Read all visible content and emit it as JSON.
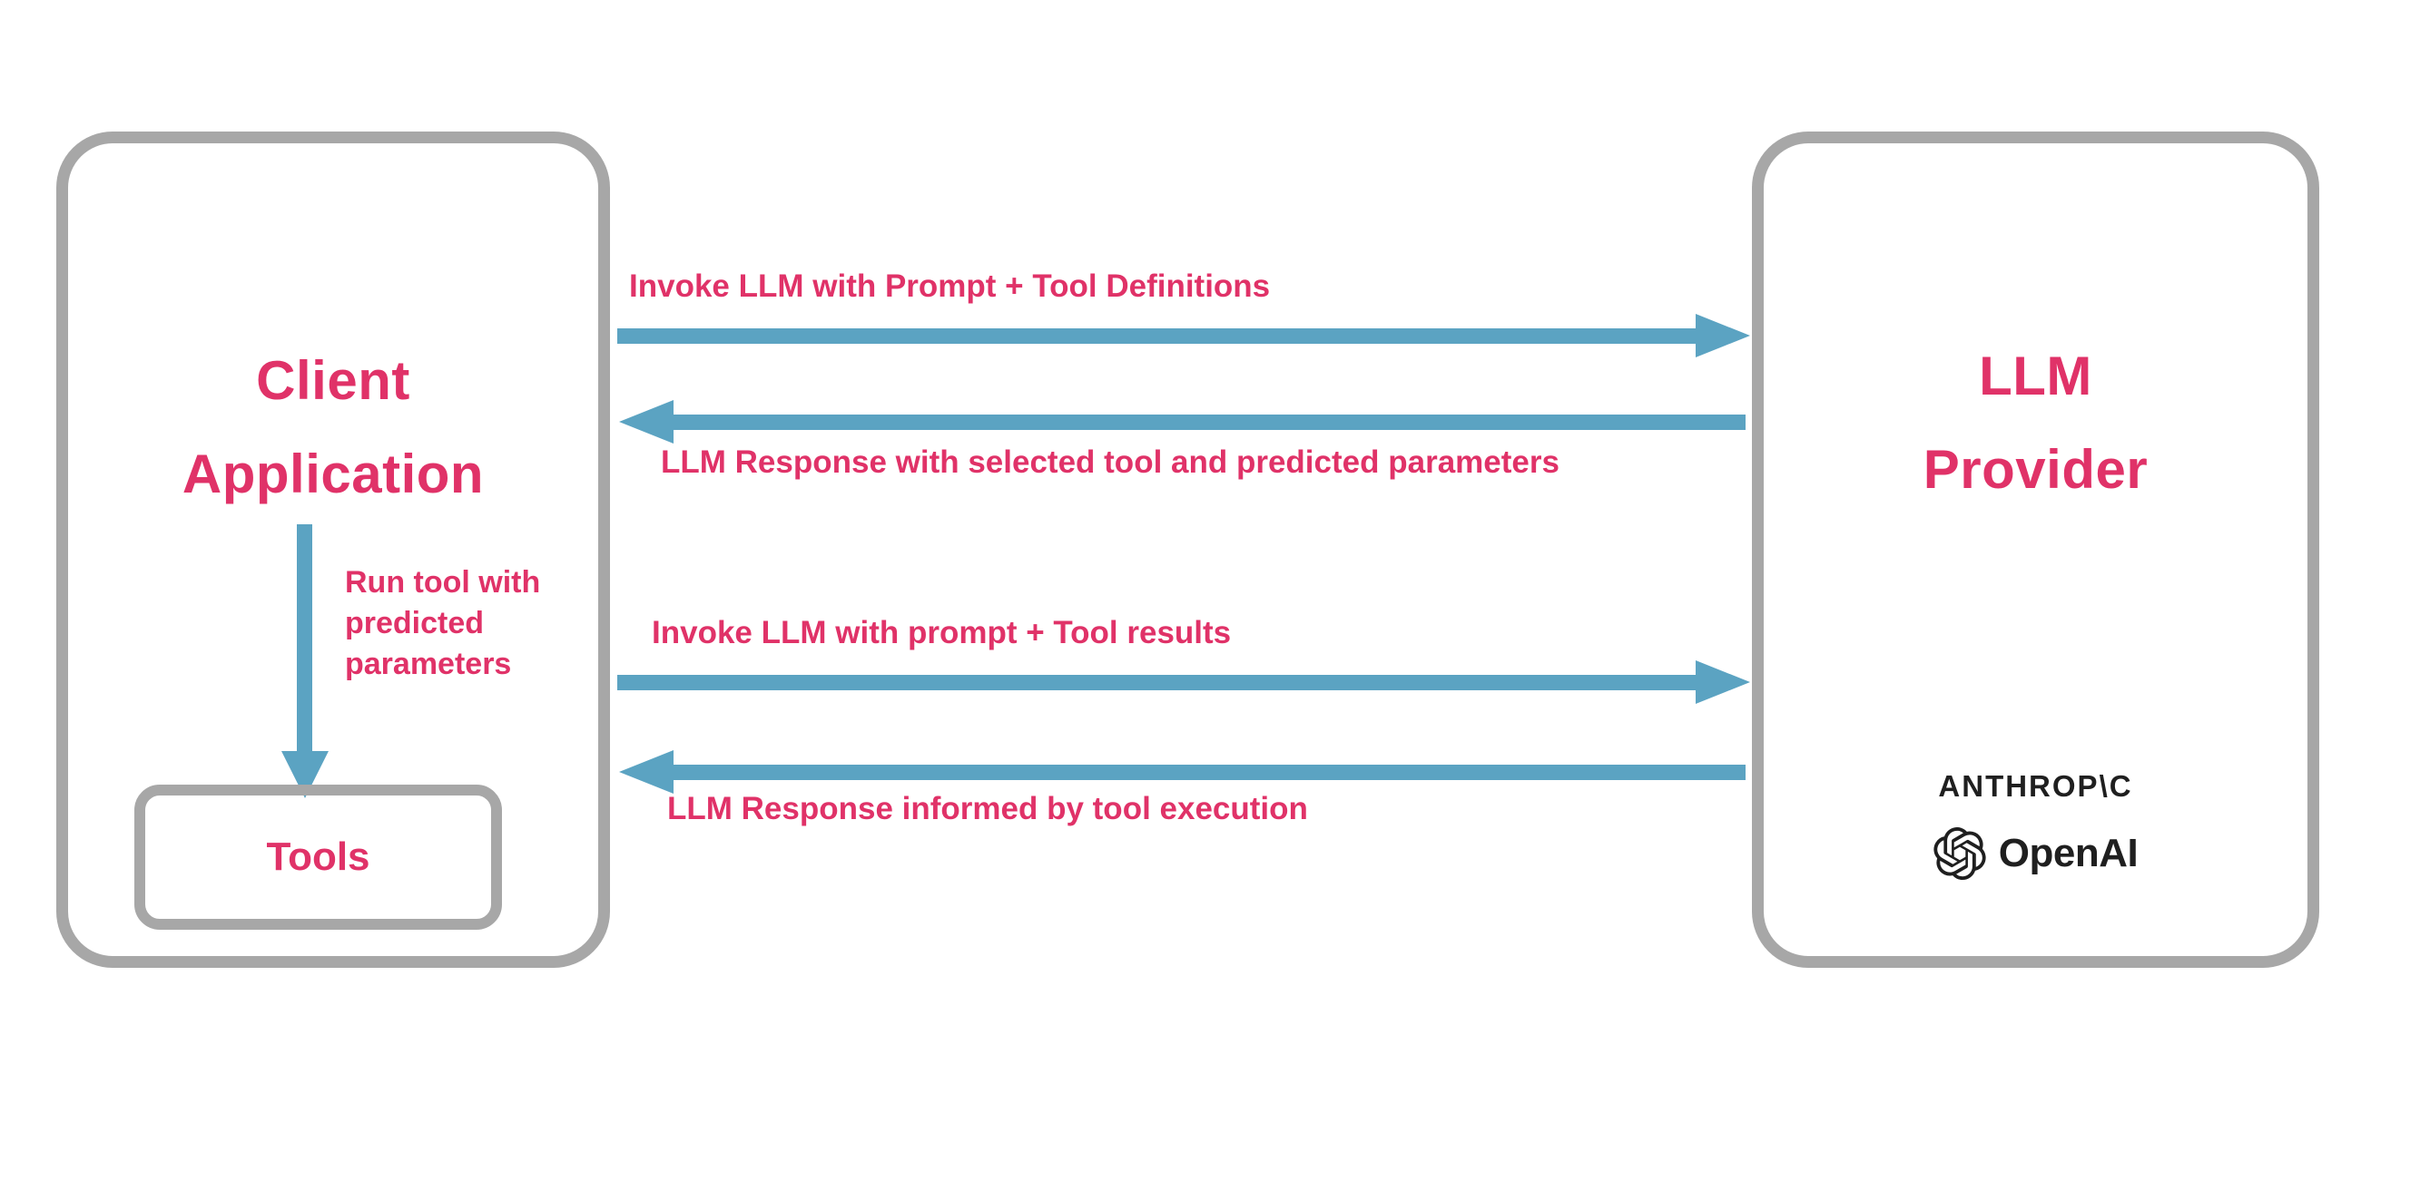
{
  "colors": {
    "accent_pink": "#E03268",
    "arrow_blue": "#5BA3C2",
    "border_gray": "#A7A7A7",
    "logo_dark": "#1F1F1F"
  },
  "client_box": {
    "title_lines": [
      "Client",
      "Application"
    ],
    "tools_label": "Tools"
  },
  "llm_box": {
    "title_lines": [
      "LLM",
      "Provider"
    ],
    "anthropic_wordmark": "ANTHROP\\C",
    "openai_wordmark": "OpenAI"
  },
  "arrows": [
    {
      "id": "invoke-with-definitions",
      "direction": "right",
      "label": "Invoke LLM with Prompt + Tool Definitions"
    },
    {
      "id": "response-with-selected-tool",
      "direction": "left",
      "label": "LLM Response with selected tool and predicted parameters"
    },
    {
      "id": "invoke-with-results",
      "direction": "right",
      "label": "Invoke LLM with prompt + Tool results"
    },
    {
      "id": "response-informed",
      "direction": "left",
      "label": "LLM Response informed by tool execution"
    },
    {
      "id": "run-tool",
      "direction": "down",
      "label": "Run tool with predicted parameters"
    }
  ]
}
